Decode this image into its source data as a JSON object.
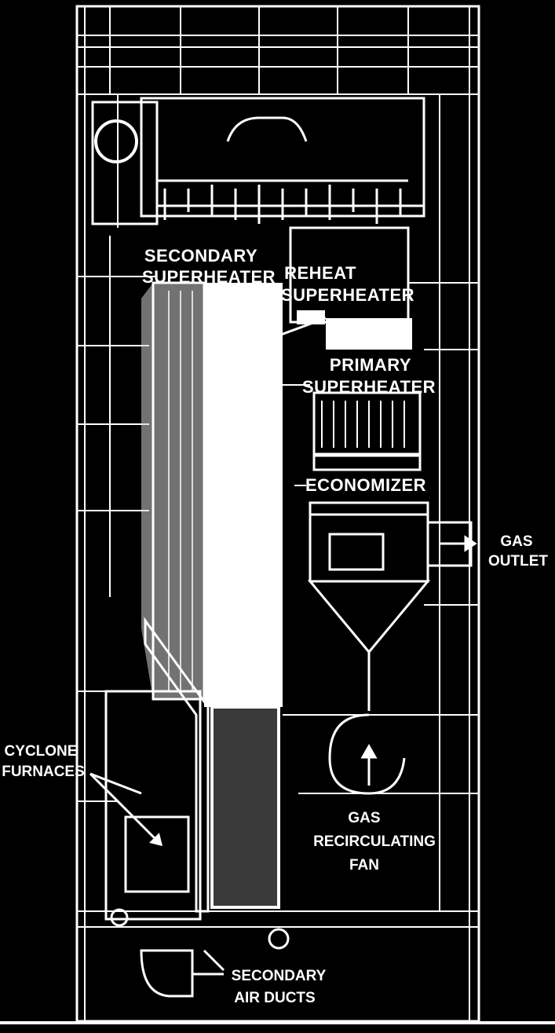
{
  "labels": {
    "secondary_superheater": [
      "SECONDARY",
      "SUPERHEATER"
    ],
    "reheat_superheater": [
      "REHEAT",
      "SUPERHEATER"
    ],
    "primary_superheater": [
      "PRIMARY",
      "SUPERHEATER"
    ],
    "economizer": "ECONOMIZER",
    "gas_outlet": [
      "GAS",
      "OUTLET"
    ],
    "cyclone_furnaces": [
      "CYCLONE",
      "FURNACES"
    ],
    "gas_recirculating_fan": [
      "GAS",
      "RECIRCULATING",
      "FAN"
    ],
    "secondary_air_ducts": [
      "SECONDARY",
      "AIR DUCTS"
    ]
  },
  "colors": {
    "background": "#000000",
    "linework": "#ffffff"
  }
}
